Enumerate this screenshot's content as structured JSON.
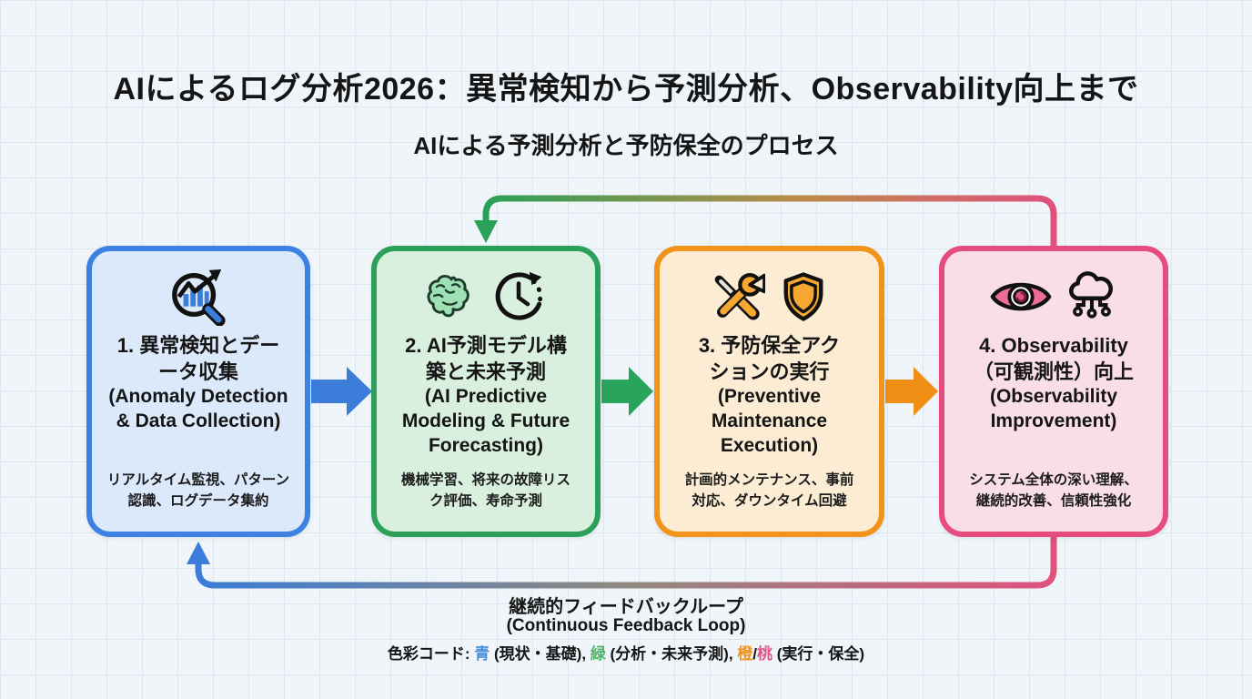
{
  "header": {
    "title": "AIによるログ分析2026：異常検知から予測分析、Observability向上まで",
    "subtitle": "AIによる予測分析と予防保全のプロセス"
  },
  "steps": [
    {
      "id": "step1",
      "title_jp": "1. 異常検知とデー\nータ収集",
      "title_en": "(Anomaly Detection\n& Data Collection)",
      "description": "リアルタイム監視、パターン\n認識、ログデータ集約",
      "accent_color": "#3d82e2",
      "fill_color": "#dbe9fb",
      "icons": [
        "magnifier-trend-icon"
      ]
    },
    {
      "id": "step2",
      "title_jp": "2. AI予測モデル構\n築と未来予測",
      "title_en": "(AI Predictive\nModeling & Future\nForecasting)",
      "description": "機械学習、将来の故障リス\nク評価、寿命予測",
      "accent_color": "#2ca05a",
      "fill_color": "#d9f0de",
      "icons": [
        "brain-icon",
        "clock-forecast-icon"
      ]
    },
    {
      "id": "step3",
      "title_jp": "3. 予防保全アク\nションの実行",
      "title_en": "(Preventive\nMaintenance\nExecution)",
      "description": "計画的メンテナンス、事前\n対応、ダウンタイム回避",
      "accent_color": "#f0941c",
      "fill_color": "#fcecd4",
      "icons": [
        "tools-icon",
        "shield-icon"
      ]
    },
    {
      "id": "step4",
      "title_jp": "4. Observability\n（可観測性）向上",
      "title_en": "(Observability\nImprovement)",
      "description": "システム全体の深い理解、\n継続的改善、信頼性強化",
      "accent_color": "#e64c7d",
      "fill_color": "#f9dde8",
      "icons": [
        "eye-icon",
        "cloud-network-icon"
      ]
    }
  ],
  "connectors": {
    "flow_arrows": [
      {
        "from": "step1",
        "to": "step2",
        "color": "#3b7dd8"
      },
      {
        "from": "step2",
        "to": "step3",
        "color": "#28a45c"
      },
      {
        "from": "step3",
        "to": "step4",
        "color": "#ef8f15"
      }
    ],
    "feedback_top": {
      "from": "step4",
      "to": "step2",
      "gradient": [
        "#2aa158",
        "#bb8c49",
        "#e0527e"
      ]
    },
    "feedback_bottom": {
      "from": "step4",
      "to": "step1",
      "gradient": [
        "#3b7dd8",
        "#90897f",
        "#e0527e"
      ]
    }
  },
  "footer": {
    "loop_label_jp": "継続的フィードバックループ",
    "loop_label_en": "(Continuous Feedback Loop)"
  },
  "legend": {
    "prefix": "色彩コード: ",
    "items": [
      {
        "label": "青",
        "color": "#4a90d9",
        "suffix": " (現状・基礎), "
      },
      {
        "label": "緑",
        "color": "#55b06b",
        "suffix": " (分析・未来予測), "
      },
      {
        "label": "橙",
        "color": "#f0941c",
        "suffix": ""
      },
      {
        "label": "桃",
        "color": "#e0538a",
        "suffix": " (実行・保全)"
      }
    ],
    "slash": "/"
  }
}
